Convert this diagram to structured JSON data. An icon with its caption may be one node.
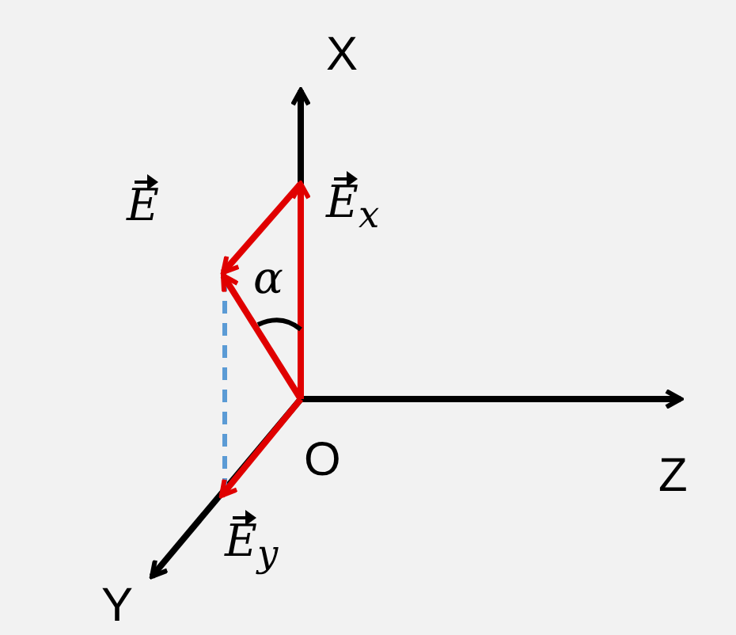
{
  "diagram": {
    "labels": [
      "X",
      "E",
      "E$_{x}$",
      "α",
      "O",
      "Z",
      "E$_{y}$",
      "Y"
    ]
  }
}
